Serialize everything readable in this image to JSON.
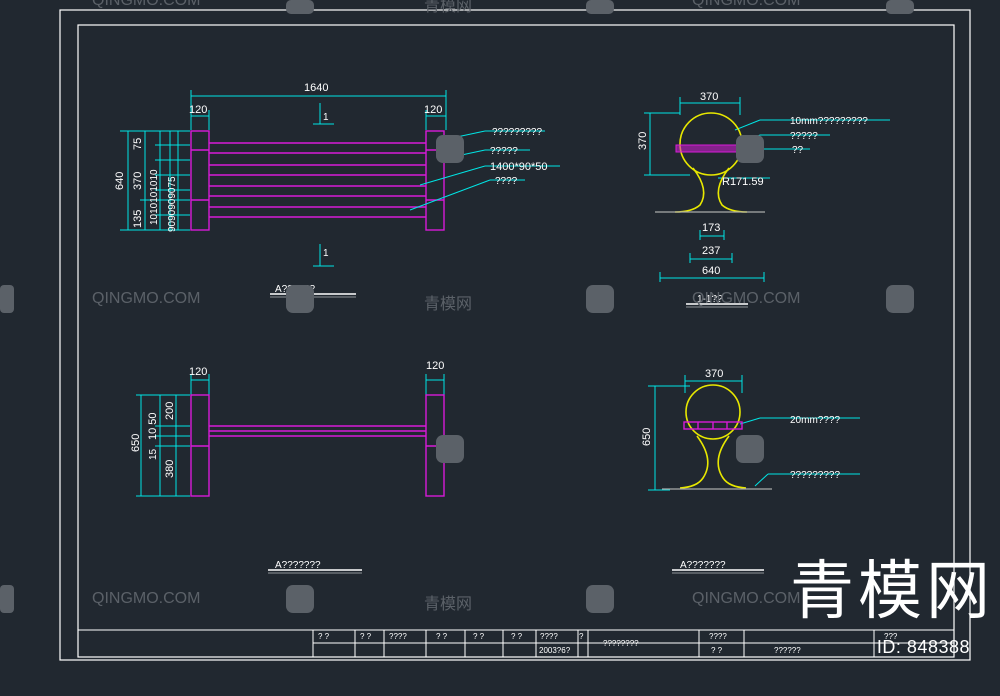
{
  "colors": {
    "background": "#212830",
    "frame": "#ffffff",
    "dimension": "#00e5e5",
    "bench_outline": "#d81bd8",
    "support": "#e8e800",
    "label": "#ffffff",
    "watermark": "#5b6168"
  },
  "watermark": {
    "text_latin": "QINGMO.COM",
    "text_cn": "青模网",
    "id": "ID: 848388",
    "logo": "青模网"
  },
  "plan_view": {
    "total_length": "1640",
    "end_left": "120",
    "end_right": "120",
    "section_mark_top": "1",
    "section_mark_bottom": "1",
    "height_total": "640",
    "height_sub": "370",
    "height_bottom": "135",
    "height_left_small": "75",
    "slat_dims": "1010101010",
    "slat_spacing": "9090909075",
    "callouts": [
      "?????????",
      "?????",
      "1400*90*50",
      "????"
    ],
    "title": "A??????"
  },
  "elevation_view": {
    "end_left": "120",
    "end_right": "120",
    "height_total": "650",
    "dim_a": "10 50",
    "dim_b": "200",
    "dim_c": "380",
    "dim_d": "15",
    "title": "A???????"
  },
  "section_top": {
    "width": "370",
    "height": "370",
    "radius": "R171.59",
    "base_a": "173",
    "base_b": "237",
    "base_c": "640",
    "callouts": [
      "10mm?????????",
      "?????",
      "??"
    ],
    "title": "1-1??"
  },
  "section_bottom": {
    "width": "370",
    "height": "650",
    "callouts": [
      "20mm????",
      "?????????"
    ],
    "title": "A???????"
  },
  "title_block": {
    "cells": [
      "? ?",
      "? ?",
      "????",
      "? ?",
      "? ?",
      "? ?",
      "????",
      "?",
      "????????",
      "????",
      "???",
      "? ?",
      "??????",
      "2003?6?"
    ]
  }
}
